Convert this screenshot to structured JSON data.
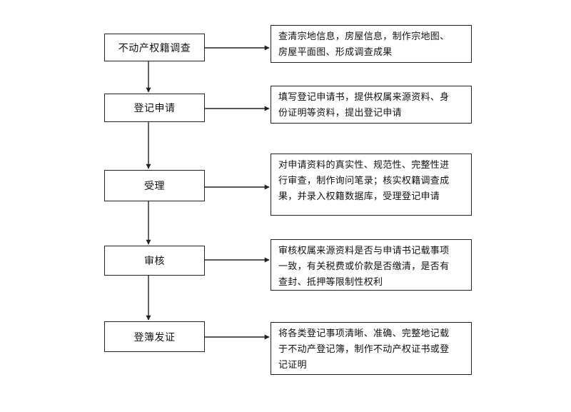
{
  "steps": [
    {
      "label": "不动产权籍调查",
      "description": [
        "查清宗地信息，房屋信息，制作宗地图、",
        "房屋平面图、形成调查成果"
      ]
    },
    {
      "label": "登记申请",
      "description": [
        "填写登记申请书，提供权属来源资料、身",
        "份证明等资料，提出登记申请"
      ]
    },
    {
      "label": "受理",
      "description": [
        "对申请资料的真实性、规范性、完整性进",
        "行审查，制作询问笔录；核实权籍调查成",
        "果，并录入权籍数据库，受理登记申请"
      ]
    },
    {
      "label": "审核",
      "description": [
        "审核权属来源资料是否与申请书记载事项",
        "一致，有关税费或价款是否缴清，是否有",
        "查封、抵押等限制性权利"
      ]
    },
    {
      "label": "登簿发证",
      "description": [
        "将各类登记事项清晰、准确、完整地记载",
        "于不动产登记簿，制作不动产权证书或登",
        "记证明"
      ]
    }
  ],
  "colors": {
    "line": "#222222",
    "text": "#111111",
    "background": "#ffffff"
  }
}
